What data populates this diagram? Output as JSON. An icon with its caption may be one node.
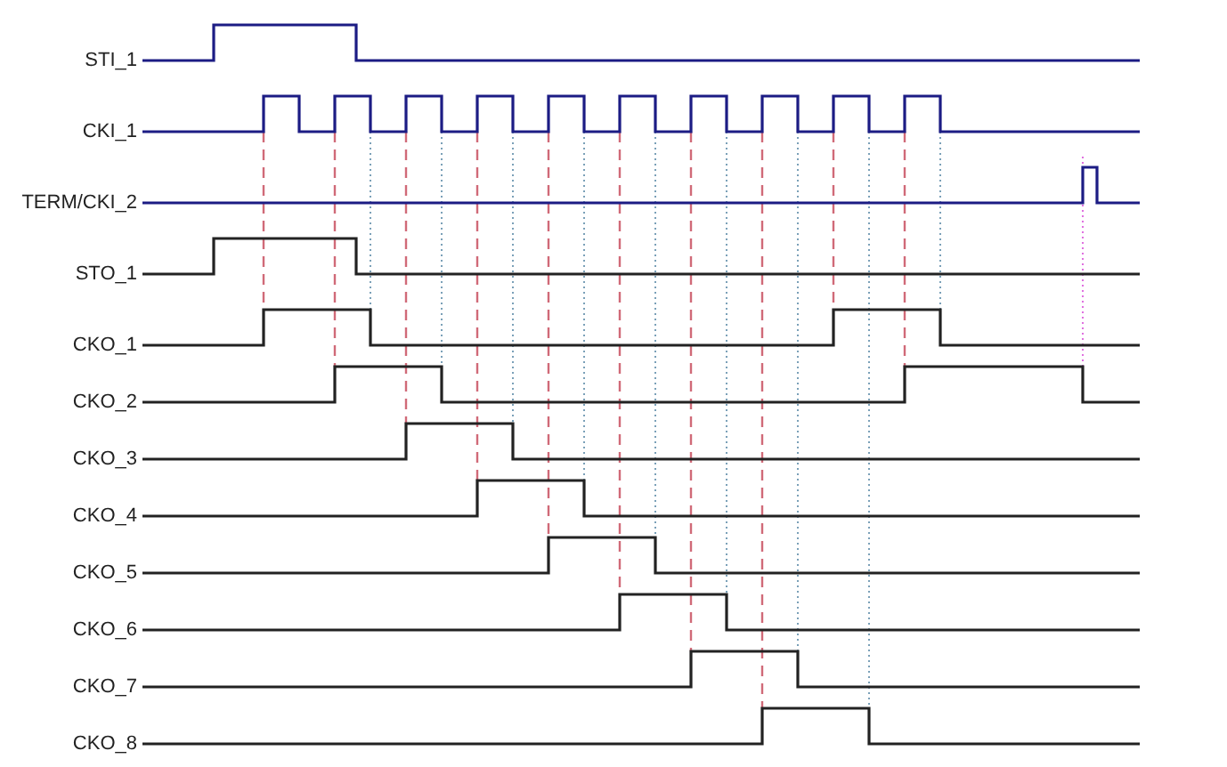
{
  "diagram": {
    "labels": [
      "STI_1",
      "CKI_1",
      "TERM/CKI_2",
      "STO_1",
      "CKO_1",
      "CKO_2",
      "CKO_3",
      "CKO_4",
      "CKO_5",
      "CKO_6",
      "CKO_7",
      "CKO_8"
    ]
  }
}
